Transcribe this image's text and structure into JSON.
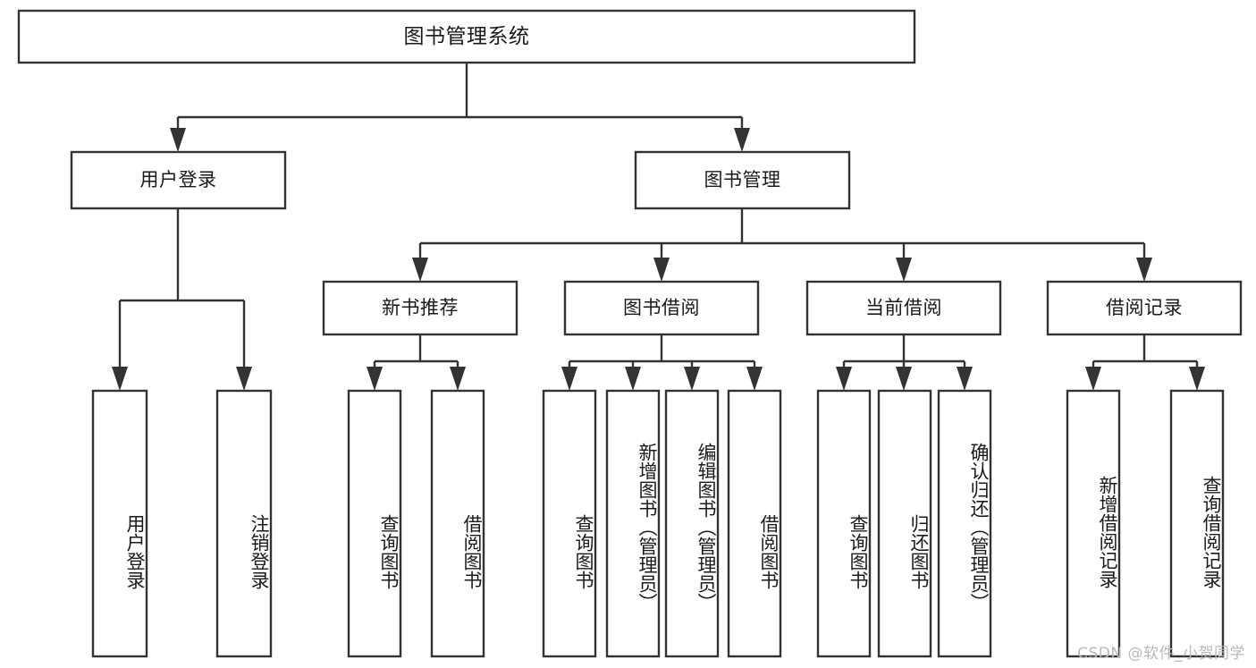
{
  "diagram": {
    "type": "tree",
    "title": "图书管理系统",
    "root": {
      "id": "root",
      "label": "图书管理系统",
      "orientation": "horizontal"
    },
    "level2": [
      {
        "id": "user-login",
        "label": "用户登录",
        "orientation": "horizontal"
      },
      {
        "id": "book-manage",
        "label": "图书管理",
        "orientation": "horizontal"
      }
    ],
    "level3": [
      {
        "id": "new-book-recommend",
        "label": "新书推荐",
        "orientation": "horizontal",
        "parent": "book-manage"
      },
      {
        "id": "book-borrow",
        "label": "图书借阅",
        "orientation": "horizontal",
        "parent": "book-manage"
      },
      {
        "id": "current-borrow",
        "label": "当前借阅",
        "orientation": "horizontal",
        "parent": "book-manage"
      },
      {
        "id": "borrow-record",
        "label": "借阅记录",
        "orientation": "horizontal",
        "parent": "book-manage"
      }
    ],
    "leaves": [
      {
        "id": "leaf-user-login",
        "label": "用户登录",
        "orientation": "vertical",
        "parent": "user-login"
      },
      {
        "id": "leaf-logout-login",
        "label": "注销登录",
        "orientation": "vertical",
        "parent": "user-login"
      },
      {
        "id": "leaf-query-book-1",
        "label": "查询图书",
        "orientation": "vertical",
        "parent": "new-book-recommend"
      },
      {
        "id": "leaf-borrow-book-1",
        "label": "借阅图书",
        "orientation": "vertical",
        "parent": "new-book-recommend"
      },
      {
        "id": "leaf-query-book-2",
        "label": "查询图书",
        "orientation": "vertical",
        "parent": "book-borrow"
      },
      {
        "id": "leaf-add-book",
        "label": "新增图书（管理员）",
        "orientation": "vertical",
        "parent": "book-borrow"
      },
      {
        "id": "leaf-edit-book",
        "label": "编辑图书（管理员）",
        "orientation": "vertical",
        "parent": "book-borrow"
      },
      {
        "id": "leaf-borrow-book-2",
        "label": "借阅图书",
        "orientation": "vertical",
        "parent": "book-borrow"
      },
      {
        "id": "leaf-query-book-3",
        "label": "查询图书",
        "orientation": "vertical",
        "parent": "current-borrow"
      },
      {
        "id": "leaf-return-book",
        "label": "归还图书",
        "orientation": "vertical",
        "parent": "current-borrow"
      },
      {
        "id": "leaf-confirm-return",
        "label": "确认归还（管理员）",
        "orientation": "vertical",
        "parent": "current-borrow"
      },
      {
        "id": "leaf-add-record",
        "label": "新增借阅记录",
        "orientation": "vertical",
        "parent": "borrow-record"
      },
      {
        "id": "leaf-query-record",
        "label": "查询借阅记录",
        "orientation": "vertical",
        "parent": "borrow-record"
      }
    ]
  },
  "watermark": {
    "text": "CSDN @软件_小贺同学",
    "color": "#b9b9b9"
  },
  "colors": {
    "box_stroke": "#333333",
    "box_fill": "#ffffff",
    "connector": "#333333",
    "text": "#1a1a1a",
    "background": "#ffffff"
  }
}
